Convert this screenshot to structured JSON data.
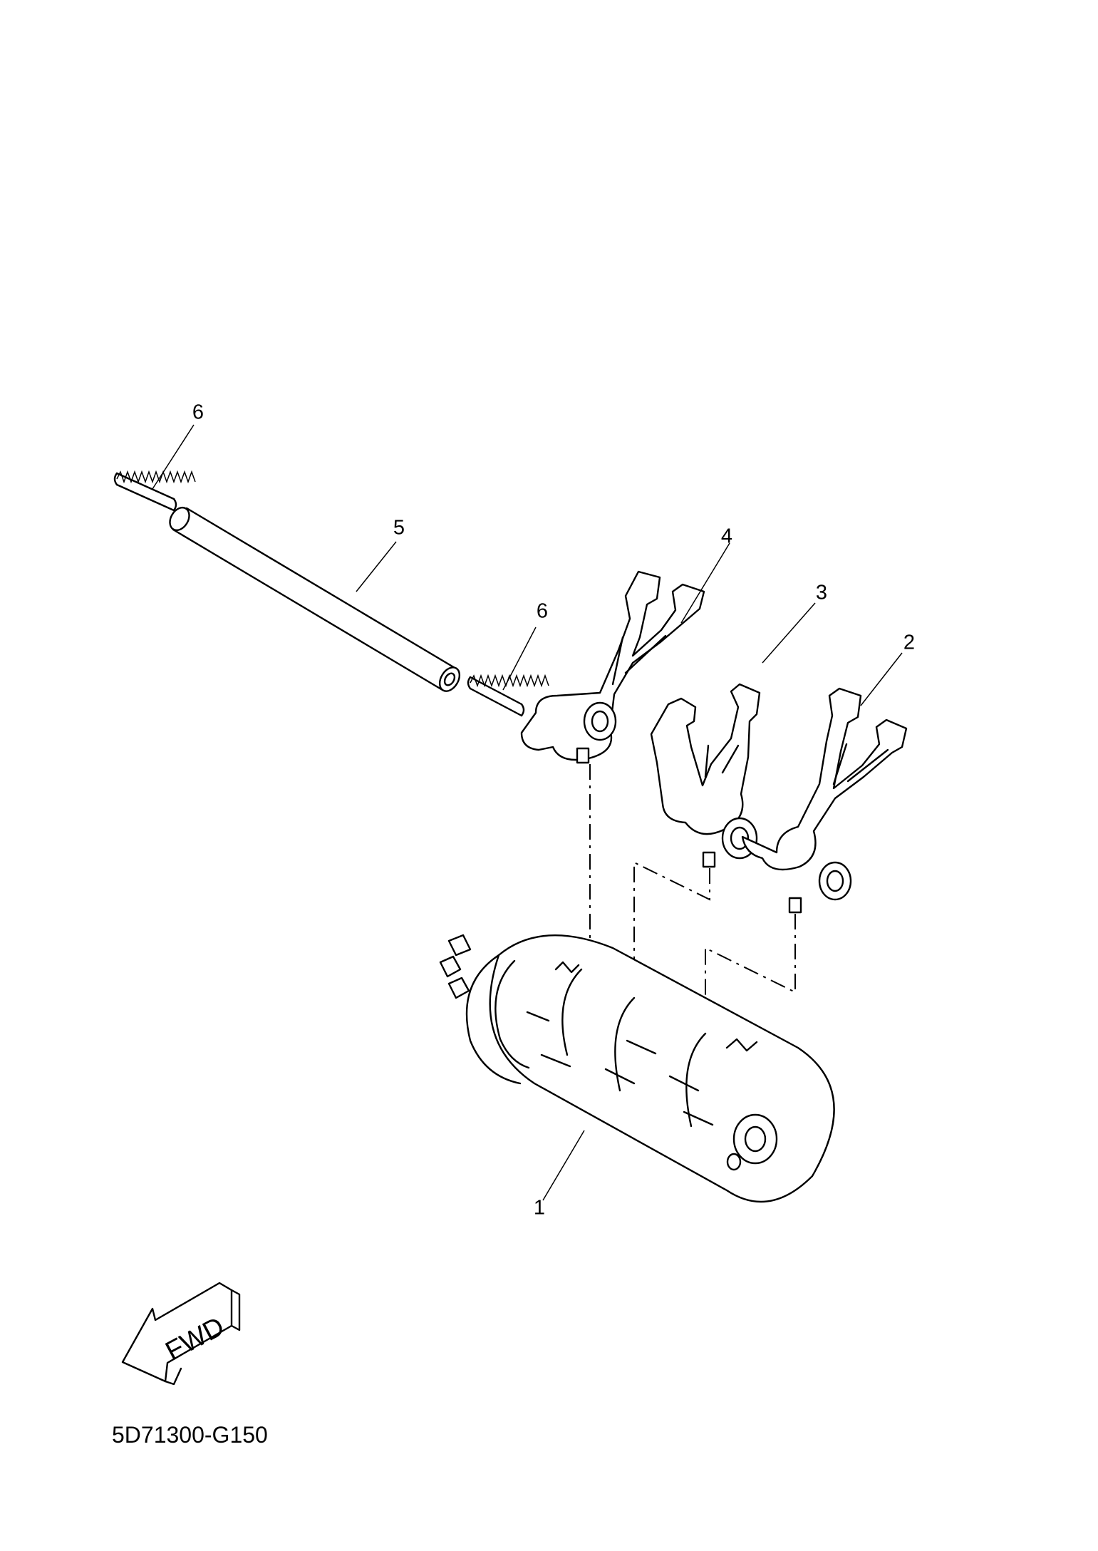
{
  "callouts": [
    {
      "id": "1",
      "label": "1"
    },
    {
      "id": "2",
      "label": "2"
    },
    {
      "id": "3",
      "label": "3"
    },
    {
      "id": "4",
      "label": "4"
    },
    {
      "id": "5",
      "label": "5"
    },
    {
      "id": "6a",
      "label": "6"
    },
    {
      "id": "6b",
      "label": "6"
    }
  ],
  "direction_indicator": {
    "label": "FWD"
  },
  "diagram_code": "5D71300-G150"
}
